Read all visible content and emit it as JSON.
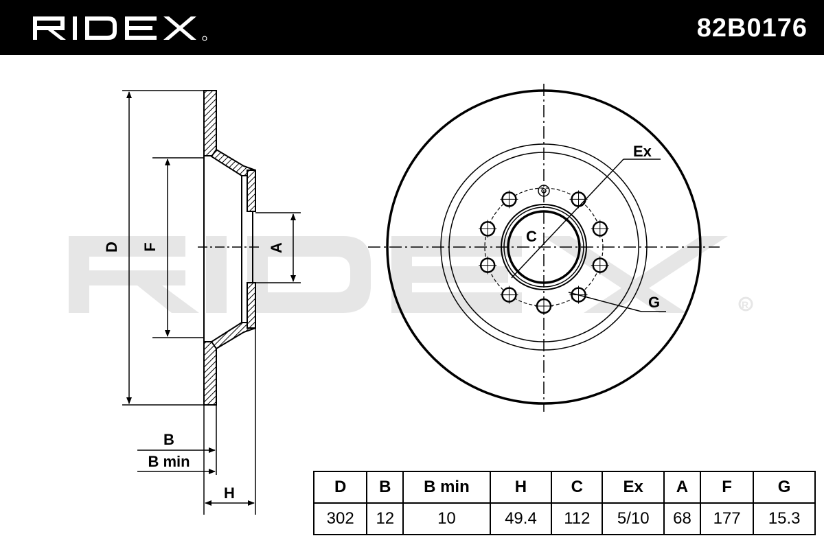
{
  "header": {
    "brand": "RIDEX",
    "part_number": "82B0176"
  },
  "watermark": {
    "text": "RIDEX"
  },
  "side_view_labels": {
    "d": "D",
    "f": "F",
    "a": "A",
    "b": "B",
    "b_min": "B min",
    "h": "H"
  },
  "front_view_labels": {
    "c": "C",
    "ex": "Ex",
    "g": "G"
  },
  "spec_table": {
    "headers": [
      "D",
      "B",
      "B min",
      "H",
      "C",
      "Ex",
      "A",
      "F",
      "G"
    ],
    "values": [
      "302",
      "12",
      "10",
      "49.4",
      "112",
      "5/10",
      "68",
      "177",
      "15.3"
    ]
  },
  "colors": {
    "ink": "#000000",
    "watermark": "#e6e6e6",
    "background": "#ffffff"
  }
}
